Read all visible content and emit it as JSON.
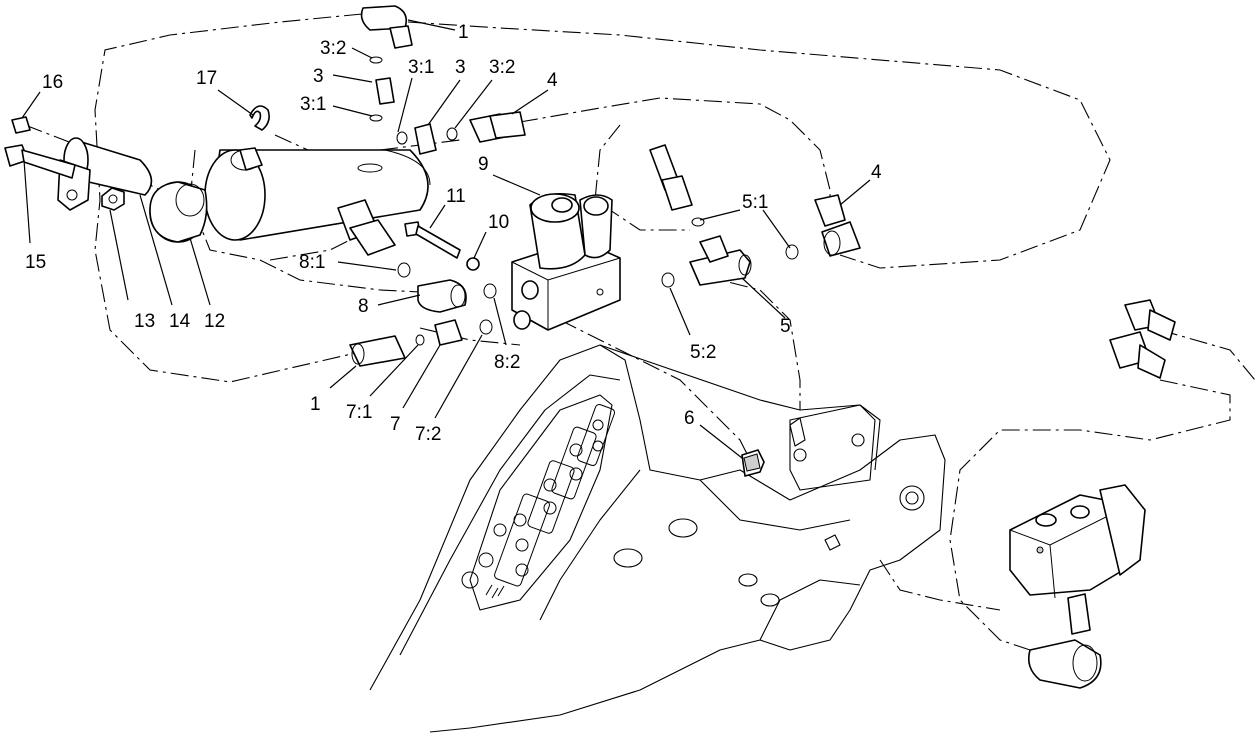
{
  "callouts": {
    "c1a": "1",
    "c32a": "3:2",
    "c3a": "3",
    "c31a": "3:1",
    "c31b": "3:1",
    "c3b": "3",
    "c32b": "3:2",
    "c4a": "4",
    "c16": "16",
    "c17": "17",
    "c9": "9",
    "c11": "11",
    "c10": "10",
    "c81": "8:1",
    "c8": "8",
    "c15": "15",
    "c13": "13",
    "c14": "14",
    "c12": "12",
    "c1b": "1",
    "c71": "7:1",
    "c7": "7",
    "c72": "7:2",
    "c82": "8:2",
    "c52": "5:2",
    "c5": "5",
    "c51": "5:1",
    "c4b": "4",
    "c6": "6"
  }
}
